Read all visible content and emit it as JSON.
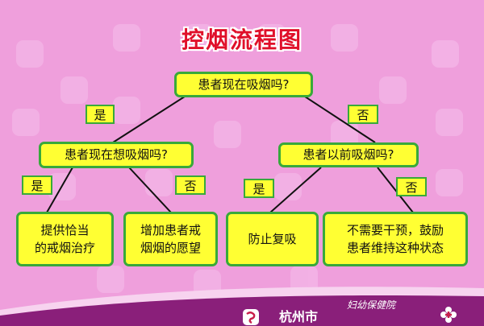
{
  "title": "控烟流程图",
  "nodes": {
    "root": "患者现在吸烟吗?",
    "left": "患者现在想吸烟吗?",
    "right": "患者以前吸烟吗?",
    "leaf1": "提供恰当\n的戒烟治疗",
    "leaf2": "增加患者戒\n烟烟的愿望",
    "leaf3": "防止复吸",
    "leaf4": "不需要干预，鼓励\n患者维持这种状态"
  },
  "labels": {
    "yes_top": "是",
    "no_top": "否",
    "yes_left": "是",
    "no_left": "否",
    "yes_right": "是",
    "no_right": "否"
  },
  "footer": {
    "city": "杭州市",
    "small": "妇幼保健院"
  },
  "colors": {
    "background": "#ef9fdc",
    "node_fill": "#ffff33",
    "node_border": "#38a93a",
    "title": "#e0102a",
    "footer_band": "#8a1f7a"
  }
}
